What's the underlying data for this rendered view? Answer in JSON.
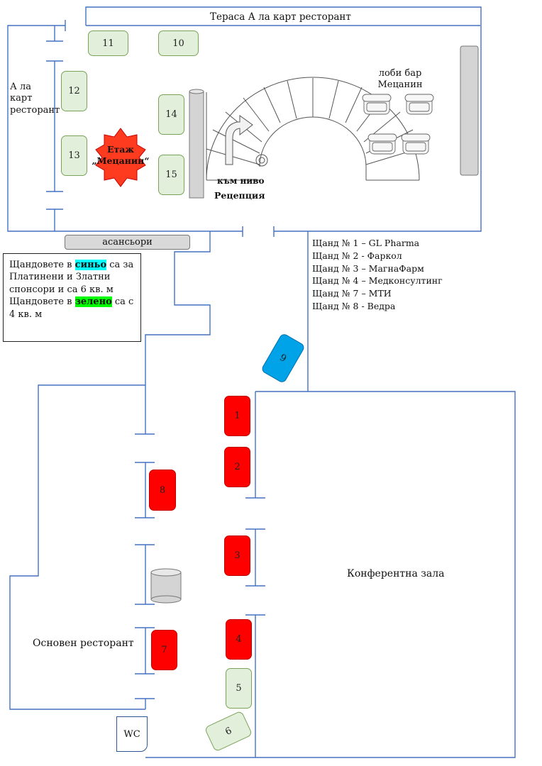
{
  "areas": {
    "terrace": "Тераса А ла карт ресторант",
    "a_la_carte": "А ла карт ресторант",
    "lobby_bar": "лоби бар Мецанин",
    "floor_star": "Етаж „Мецанин“",
    "to_level": "към ниво",
    "reception": "Рецепция",
    "elevators": "асансьори",
    "conference_hall": "Конферентна зала",
    "main_restaurant": "Основен ресторант",
    "wc": "WC"
  },
  "legend": {
    "line1_pre": "Щандовете в ",
    "line1_hl": "синьо",
    "line1_post": " са за Платинени и Златни спонсори и са 6 кв. м",
    "line2_pre": "Щандовете в ",
    "line2_hl": "зелено",
    "line2_post": " са с 4 кв. м"
  },
  "stands_list": [
    "Щанд № 1 – GL Pharma",
    "Щанд № 2 - Фаркол",
    "Щанд № 3 – МагнаФарм",
    "Щанд № 4 – Медконсултинг",
    "Щанд № 7 – МТИ",
    "Щанд № 8 - Ведра"
  ],
  "booths": {
    "b1": "1",
    "b2": "2",
    "b3": "3",
    "b4": "4",
    "b5": "5",
    "b6": "6",
    "b7": "7",
    "b8": "8",
    "b9": "9",
    "b10": "10",
    "b11": "11",
    "b12": "12",
    "b13": "13",
    "b14": "14",
    "b15": "15"
  },
  "colors": {
    "wall": "#4472c4",
    "red_booth": "#ff0000",
    "green_booth": "#e2efda",
    "blue_booth": "#00a3e8",
    "star": "#ff3b1f"
  }
}
